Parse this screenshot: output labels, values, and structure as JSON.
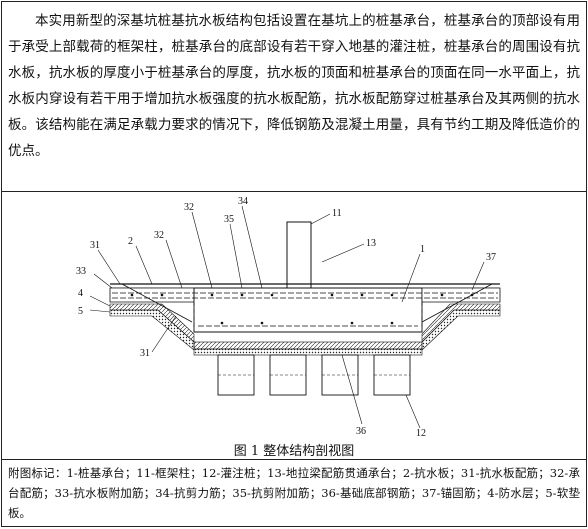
{
  "abstract": {
    "text": "本实用新型的深基坑桩基抗水板结构包括设置在基坑上的桩基承台，桩基承台的顶部设有用于承受上部载荷的框架柱，桩基承台的底部设有若干穿入地基的灌注桩，桩基承台的周围设有抗水板，抗水板的厚度小于桩基承台的厚度，抗水板的顶面和桩基承台的顶面在同一水平面上，抗水板内穿设有若干用于增加抗水板强度的抗水板配筋，抗水板配筋穿过桩基承台及其两侧的抗水板。该结构能在满足承载力要求的情况下，降低钢筋及混凝土用量，具有节约工期及降低造价的优点。"
  },
  "figure": {
    "caption": "图 1  整体结构剖视图",
    "labels": [
      "34",
      "32",
      "35",
      "11",
      "32",
      "13",
      "1",
      "31",
      "2",
      "37",
      "33",
      "4",
      "5",
      "31",
      "36",
      "12"
    ]
  },
  "legend": {
    "text": "附图标记：1-桩基承台；11-框架柱；12-灌注桩；13-地拉梁配筋贯通承台；2-抗水板；31-抗水板配筋；32-承台配筋；33-抗水板附加筋；34-抗剪力筋；35-抗剪附加筋；36-基础底部钢筋；37-锚固筋；4-防水层；5-软垫板。"
  }
}
